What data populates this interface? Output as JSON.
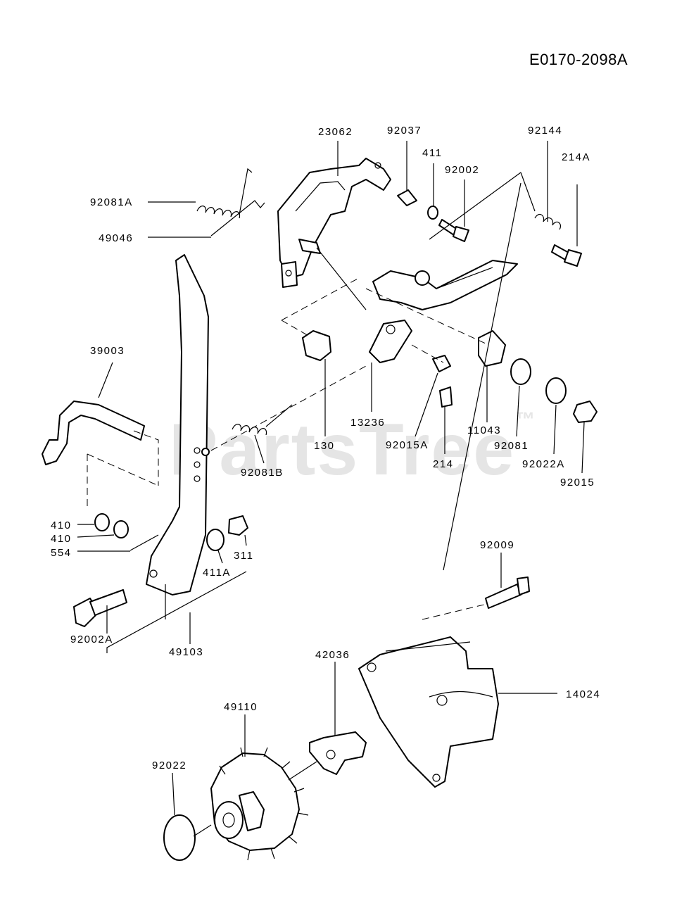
{
  "diagram_code": "E0170-2098A",
  "watermark": {
    "text": "PartsTree",
    "mark": "™"
  },
  "callouts": [
    {
      "id": "23062"
    },
    {
      "id": "92037"
    },
    {
      "id": "411"
    },
    {
      "id": "92002"
    },
    {
      "id": "92144"
    },
    {
      "id": "214A"
    },
    {
      "id": "92081A"
    },
    {
      "id": "49046"
    },
    {
      "id": "39003"
    },
    {
      "id": "130"
    },
    {
      "id": "13236"
    },
    {
      "id": "92015A"
    },
    {
      "id": "214"
    },
    {
      "id": "11043"
    },
    {
      "id": "92081"
    },
    {
      "id": "92022A"
    },
    {
      "id": "92015"
    },
    {
      "id": "92081B"
    },
    {
      "id": "410"
    },
    {
      "id": "410"
    },
    {
      "id": "554"
    },
    {
      "id": "311"
    },
    {
      "id": "411A"
    },
    {
      "id": "92002A"
    },
    {
      "id": "49103"
    },
    {
      "id": "92009"
    },
    {
      "id": "42036"
    },
    {
      "id": "14024"
    },
    {
      "id": "49110"
    },
    {
      "id": "92022"
    }
  ]
}
